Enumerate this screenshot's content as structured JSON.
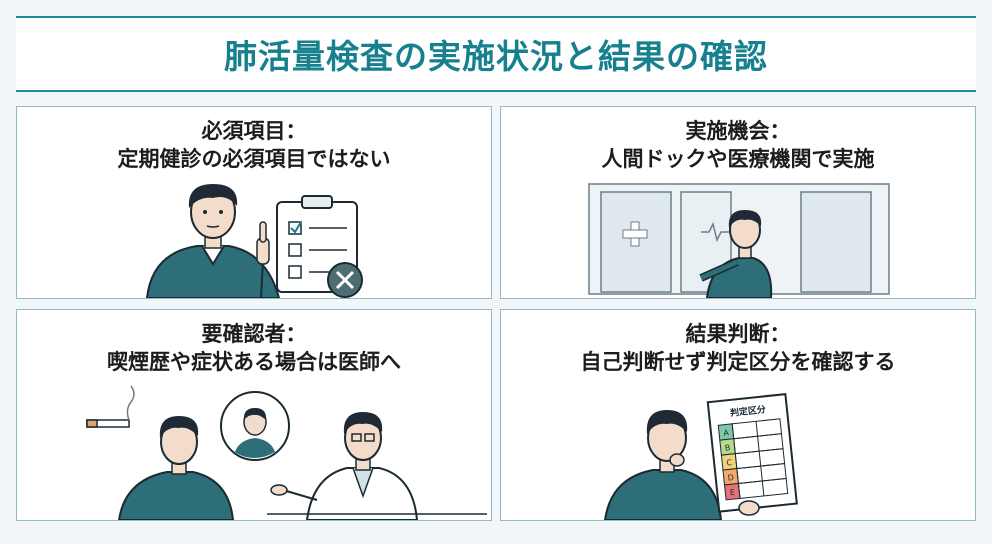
{
  "title": "肺活量検査の実施状況と結果の確認",
  "panels": [
    {
      "heading": "必須項目：",
      "subheading": "定期健診の必須項目ではない"
    },
    {
      "heading": "実施機会：",
      "subheading": "人間ドックや医療機関で実施"
    },
    {
      "heading": "要確認者：",
      "subheading": "喫煙歴や症状ある場合は医師へ"
    },
    {
      "heading": "結果判断：",
      "subheading": "自己判断せず判定区分を確認する"
    }
  ],
  "judgement_sheet": {
    "title": "判定区分",
    "rows": [
      "A",
      "B",
      "C",
      "D",
      "E"
    ],
    "row_colors": [
      "#7fc8a9",
      "#b9d98a",
      "#f2d27a",
      "#f2a96b",
      "#e57373"
    ]
  },
  "colors": {
    "accent": "#17808f",
    "sweater": "#2d6e78",
    "hair": "#1f2a36"
  }
}
